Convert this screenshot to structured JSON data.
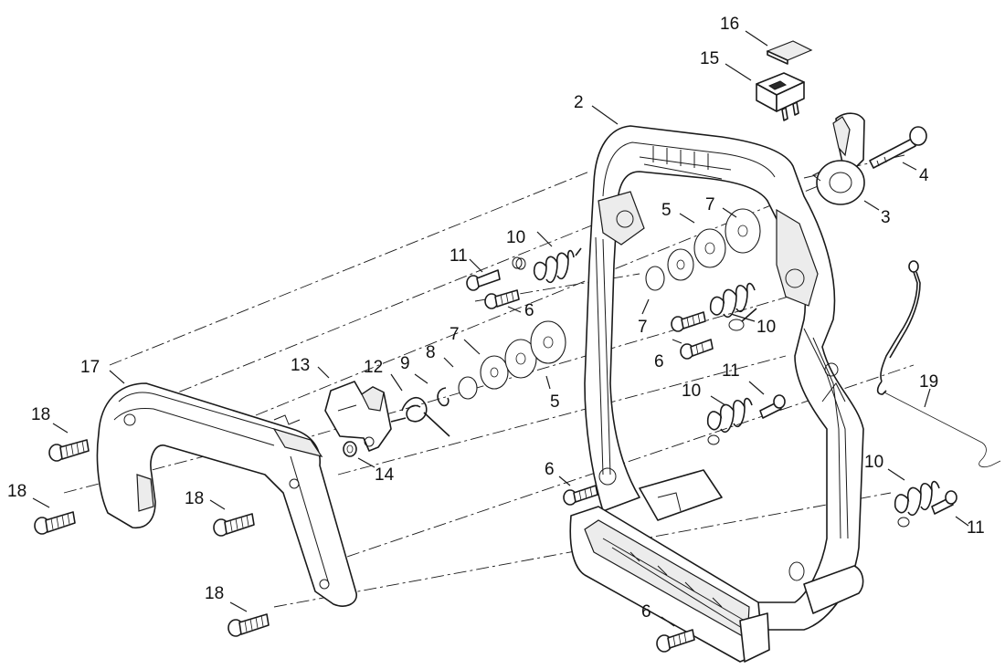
{
  "callouts": [
    {
      "id": "c2",
      "text": "2"
    },
    {
      "id": "c3",
      "text": "3"
    },
    {
      "id": "c4",
      "text": "4"
    },
    {
      "id": "c5a",
      "text": "5"
    },
    {
      "id": "c5b",
      "text": "5"
    },
    {
      "id": "c6a",
      "text": "6"
    },
    {
      "id": "c6b",
      "text": "6"
    },
    {
      "id": "c6c",
      "text": "6"
    },
    {
      "id": "c6d",
      "text": "6"
    },
    {
      "id": "c7a",
      "text": "7"
    },
    {
      "id": "c7b",
      "text": "7"
    },
    {
      "id": "c7c",
      "text": "7"
    },
    {
      "id": "c8",
      "text": "8"
    },
    {
      "id": "c9",
      "text": "9"
    },
    {
      "id": "c10a",
      "text": "10"
    },
    {
      "id": "c10b",
      "text": "10"
    },
    {
      "id": "c10c",
      "text": "10"
    },
    {
      "id": "c10d",
      "text": "10"
    },
    {
      "id": "c11a",
      "text": "11"
    },
    {
      "id": "c11b",
      "text": "11"
    },
    {
      "id": "c11c",
      "text": "11"
    },
    {
      "id": "c12",
      "text": "12"
    },
    {
      "id": "c13",
      "text": "13"
    },
    {
      "id": "c14",
      "text": "14"
    },
    {
      "id": "c15",
      "text": "15"
    },
    {
      "id": "c16",
      "text": "16"
    },
    {
      "id": "c17",
      "text": "17"
    },
    {
      "id": "c18a",
      "text": "18"
    },
    {
      "id": "c18b",
      "text": "18"
    },
    {
      "id": "c18c",
      "text": "18"
    },
    {
      "id": "c18d",
      "text": "18"
    },
    {
      "id": "c19",
      "text": "19"
    }
  ]
}
